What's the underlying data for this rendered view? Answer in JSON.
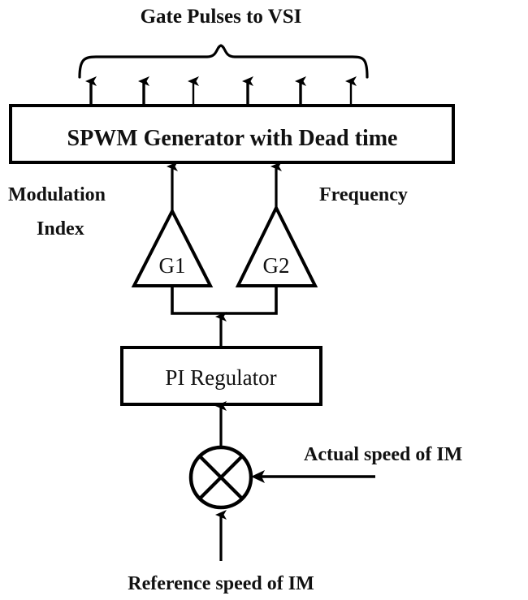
{
  "diagram": {
    "title": "Gate Pulses to VSI",
    "type": "block-diagram",
    "blocks": {
      "spwm": {
        "label": "SPWM Generator with Dead time",
        "shape": "rectangle"
      },
      "pi": {
        "label": "PI Regulator",
        "shape": "rectangle"
      },
      "gain_left": {
        "label": "G1",
        "shape": "triangle"
      },
      "gain_right": {
        "label": "G2",
        "shape": "triangle"
      },
      "summer": {
        "label": "",
        "shape": "circle-cross"
      }
    },
    "labels": {
      "modulation_line1": "Modulation",
      "modulation_line2": "Index",
      "frequency": "Frequency",
      "actual_speed": "Actual speed of IM",
      "reference_speed": "Reference speed of IM"
    },
    "gate_pulse_count": 6,
    "colors": {
      "stroke": "#000000",
      "text": "#111111",
      "background": "#ffffff"
    }
  }
}
